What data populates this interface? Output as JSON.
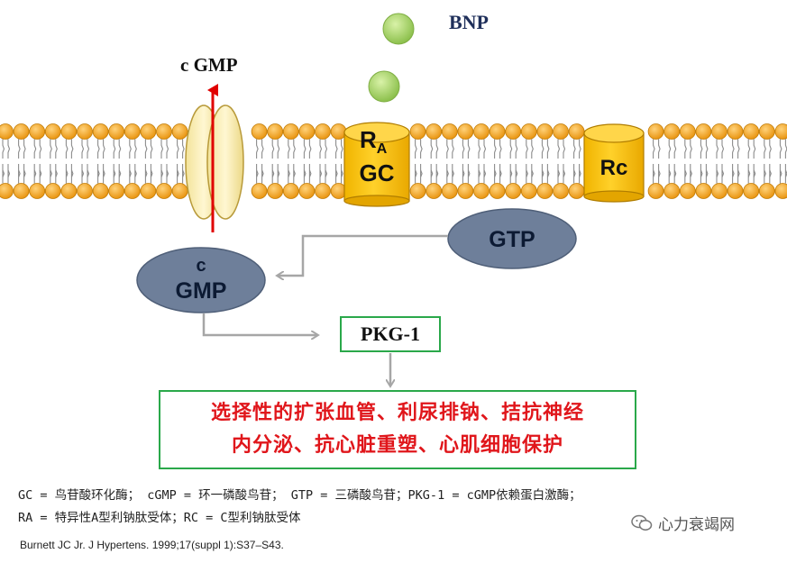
{
  "labels": {
    "bnp": "BNP",
    "cgmp_top": "c GMP",
    "ra_main": "R",
    "ra_sub": "A",
    "gc": "GC",
    "rc": "Rc",
    "gtp": "GTP",
    "cgmp_ellipse_line1": "c",
    "cgmp_ellipse_line2": "GMP",
    "pkg": "PKG-1"
  },
  "effects": {
    "line1": "选择性的扩张血管、利尿排钠、拮抗神经",
    "line2": "内分泌、抗心脏重塑、心肌细胞保护"
  },
  "abbreviations": {
    "line1": "GC = 鸟苷酸环化酶； cGMP = 环一磷酸鸟苷；  GTP = 三磷酸鸟苷；PKG-1 = cGMP依赖蛋白激酶；",
    "line2": "RA = 特异性A型利钠肽受体；RC = C型利钠肽受体"
  },
  "citation": "Burnett JC Jr. J Hypertens. 1999;17(suppl 1):S37–S43.",
  "watermark": "心力衰竭网",
  "colors": {
    "lipid_head": "#f2a51d",
    "receptor": "#f7c414",
    "ellipse": "#6e7f9a",
    "arrow_red": "#e00000",
    "box_border": "#2aa84a",
    "effect_text": "#e0161b",
    "bnp_ball": "#a8d86a",
    "connector": "#a6a6a6"
  }
}
